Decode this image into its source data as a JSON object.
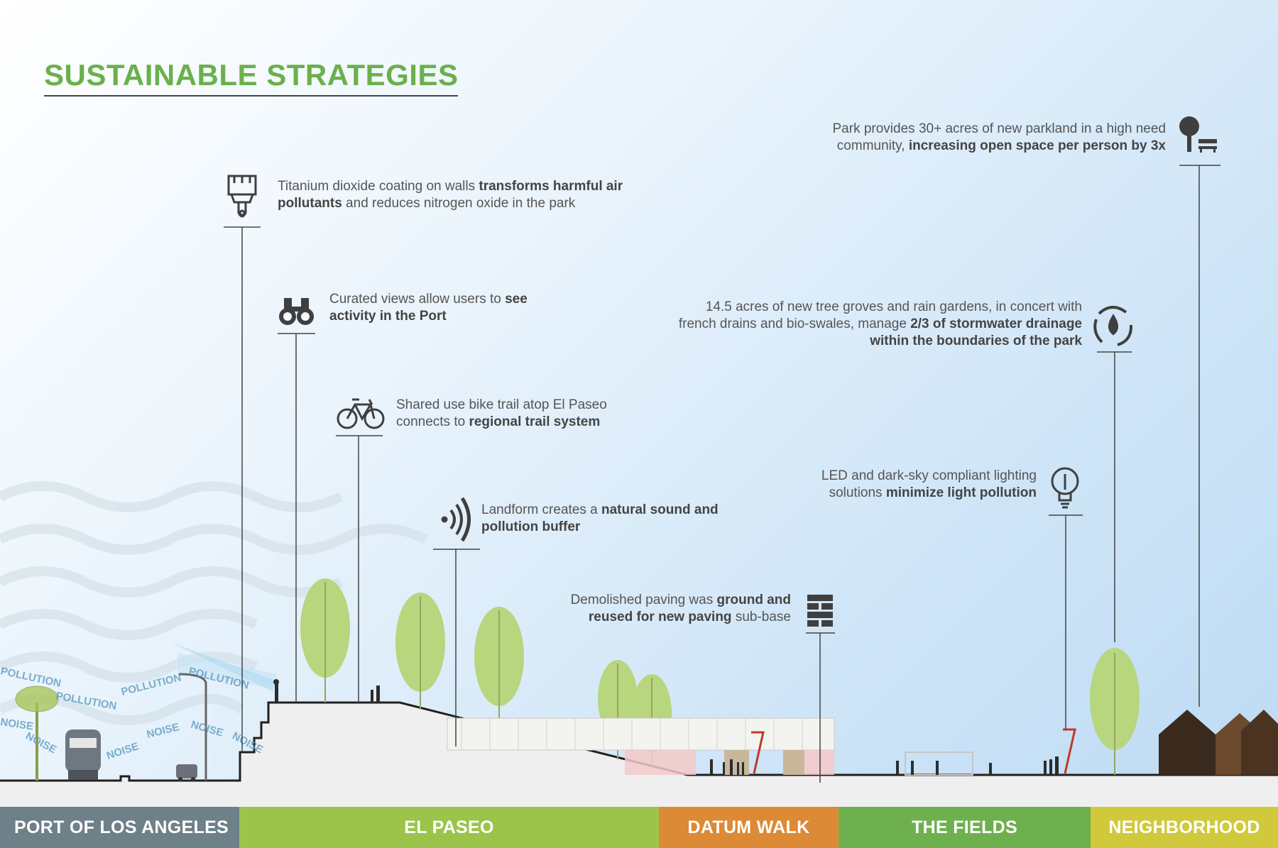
{
  "title": "SUSTAINABLE STRATEGIES",
  "notes": [
    {
      "id": "coating",
      "icon": "paintbrush-icon",
      "pre": "Titanium dioxide coating on walls ",
      "bold": "transforms harmful air pollutants",
      "post": " and reduces nitrogen oxide in the park"
    },
    {
      "id": "views",
      "icon": "binoculars-icon",
      "pre": "Curated views allow users to ",
      "bold": "see activity in the Port",
      "post": ""
    },
    {
      "id": "bike",
      "icon": "bicycle-icon",
      "pre": "Shared use bike trail atop El Paseo connects to ",
      "bold": "regional trail system",
      "post": ""
    },
    {
      "id": "sound",
      "icon": "sound-waves-icon",
      "pre": "Landform creates a ",
      "bold": "natural sound and pollution buffer",
      "post": ""
    },
    {
      "id": "paving",
      "icon": "brick-wall-icon",
      "pre": "Demolished paving was ",
      "bold": "ground and reused for new paving",
      "post": " sub-base"
    },
    {
      "id": "lighting",
      "icon": "light-bulb-icon",
      "pre": "LED and dark-sky compliant lighting solutions ",
      "bold": "minimize light pollution",
      "post": ""
    },
    {
      "id": "stormwater",
      "icon": "water-cycle-icon",
      "pre": "14.5 acres of new tree groves and rain gardens, in concert with french drains and bio-swales, manage ",
      "bold": "2/3 of stormwater drainage within the boundaries of the park",
      "post": ""
    },
    {
      "id": "park",
      "icon": "tree-bench-icon",
      "pre": "Park provides 30+ acres of new parkland in a high need community, ",
      "bold": "increasing open space per person by 3x",
      "post": ""
    }
  ],
  "zones": [
    {
      "label": "PORT OF LOS ANGELES",
      "color": "#6e8088"
    },
    {
      "label": "EL PASEO",
      "color": "#9cc44a"
    },
    {
      "label": "DATUM WALK",
      "color": "#dc8a35"
    },
    {
      "label": "THE FIELDS",
      "color": "#6fb04e"
    },
    {
      "label": "NEIGHBORHOOD",
      "color": "#d0c93c"
    }
  ],
  "wave_words": {
    "pollution": "POLLUTION",
    "noise": "NOISE"
  },
  "colors": {
    "title": "#6ab04c",
    "ground": "#efefef",
    "tree": "#b7d67e",
    "houses": "#3d2b1f"
  }
}
